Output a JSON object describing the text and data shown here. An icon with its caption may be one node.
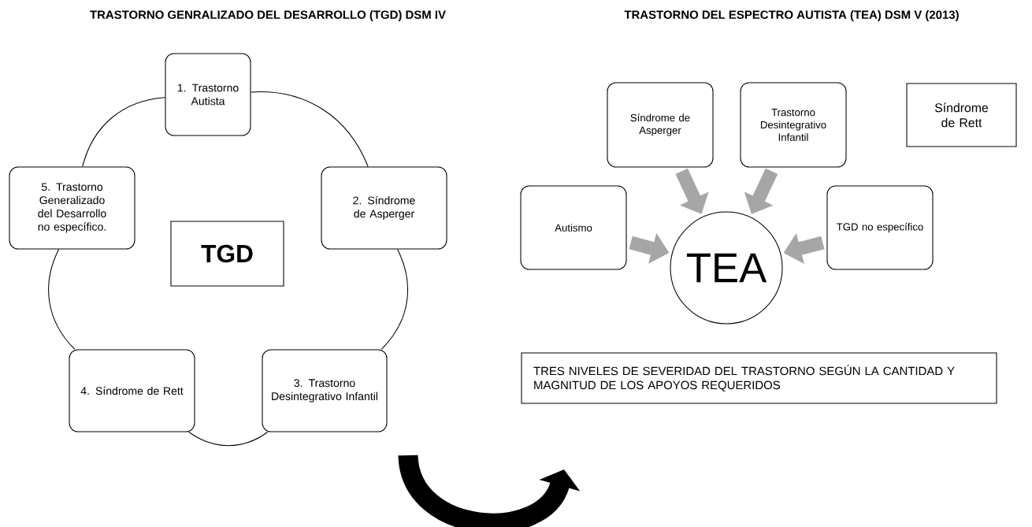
{
  "diagram": {
    "nodes": [
      {
        "text": [
          "1. Trastorno Autista"
        ]
      },
      {
        "text": [
          "2. Síndrome de Asperger"
        ]
      },
      {
        "text": [
          "3. Trastorno Desintegrativo Infantil"
        ]
      },
      {
        "text": [
          "4. Síndrome de Rett"
        ]
      },
      {
        "text": [
          "5. Trastorno Generalizado del Desarrollo no específico."
        ]
      },
      {
        "text": [
          "TGD"
        ]
      },
      {
        "text": [
          "Síndrome de Asperger"
        ]
      },
      {
        "text": [
          "Trastorno Desintegrativo Infantil"
        ]
      },
      {
        "text": [
          "Síndrome de Rett"
        ]
      },
      {
        "text": [
          "Autismo"
        ]
      },
      {
        "text": [
          "TGD no específico"
        ]
      },
      {
        "text": [
          "TEA"
        ]
      },
      {
        "text": [
          "TRES NIVELES DE SEVERIDAD DEL TRASTORNO SEGÚN LA CANTIDAD Y MAGNITUD DE LOS APOYOS REQUERIDOS"
        ]
      }
    ],
    "edges": [
      {
        "from": 0,
        "to": 1,
        "arrow": "none"
      },
      {
        "from": 1,
        "to": 2,
        "arrow": "none"
      },
      {
        "from": 2,
        "to": 3,
        "arrow": "none"
      },
      {
        "from": 3,
        "to": 4,
        "arrow": "none"
      },
      {
        "from": 4,
        "to": 0,
        "arrow": "none"
      },
      {
        "from": 6,
        "to": 11,
        "arrow": "to",
        "style": "thick",
        "color": "#a6a6a6"
      },
      {
        "from": 7,
        "to": 11,
        "arrow": "to",
        "style": "thick",
        "color": "#a6a6a6"
      },
      {
        "from": 9,
        "to": 11,
        "arrow": "to",
        "style": "thick",
        "color": "#a6a6a6"
      },
      {
        "from": 10,
        "to": 11,
        "arrow": "to",
        "style": "thick",
        "color": "#a6a6a6"
      }
    ],
    "labels": [
      "TRASTORNO GENRALIZADO DEL DESARROLLO (TGD) DSM IV",
      "TRASTORNO DEL ESPECTRO AUTISTA (TEA) DSM V (2013)"
    ]
  }
}
